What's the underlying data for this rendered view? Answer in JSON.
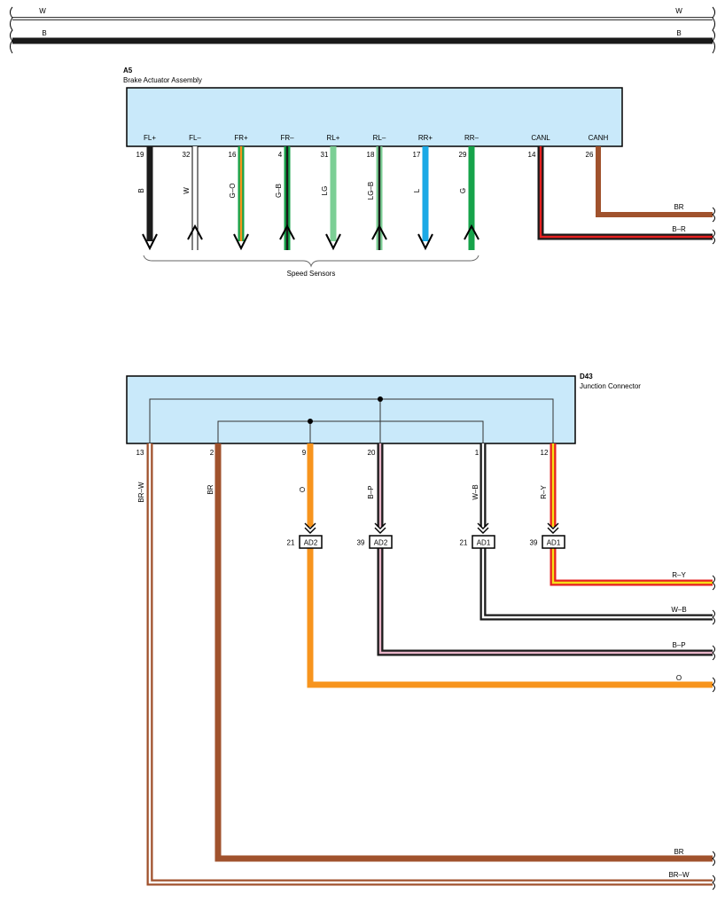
{
  "bus": {
    "w_label": "W",
    "b_label": "B"
  },
  "colors": {
    "box_fill": "#c9e9fa",
    "black": "#1a1a1a",
    "white": "#ffffff",
    "green": "#16a34a",
    "light_green": "#7ccf95",
    "blue": "#1aa9e6",
    "orange": "#f7941d",
    "brown": "#a0522d",
    "red": "#e62020",
    "yellow": "#f5e01a",
    "pink": "#e8b4c8"
  },
  "a5": {
    "id": "A5",
    "name": "Brake Actuator Assembly",
    "pins": [
      {
        "term": "FL+",
        "num": "19",
        "wire": "B"
      },
      {
        "term": "FL–",
        "num": "32",
        "wire": "W"
      },
      {
        "term": "FR+",
        "num": "16",
        "wire": "G–O"
      },
      {
        "term": "FR–",
        "num": "4",
        "wire": "G–B"
      },
      {
        "term": "RL+",
        "num": "31",
        "wire": "LG"
      },
      {
        "term": "RL–",
        "num": "18",
        "wire": "LG–B"
      },
      {
        "term": "RR+",
        "num": "17",
        "wire": "L"
      },
      {
        "term": "RR–",
        "num": "29",
        "wire": "G"
      },
      {
        "term": "CANL",
        "num": "14"
      },
      {
        "term": "CANH",
        "num": "26"
      }
    ],
    "speed_sensors_label": "Speed Sensors",
    "can_wires": [
      "BR",
      "B–R"
    ]
  },
  "d43": {
    "id": "D43",
    "name": "Junction Connector",
    "pins": [
      {
        "num": "13",
        "wire": "BR–W"
      },
      {
        "num": "2",
        "wire": "BR"
      },
      {
        "num": "9",
        "wire": "O"
      },
      {
        "num": "20",
        "wire": "B–P"
      },
      {
        "num": "1",
        "wire": "W–B"
      },
      {
        "num": "12",
        "wire": "R–Y"
      }
    ],
    "connectors": [
      {
        "pin": "21",
        "name": "AD2"
      },
      {
        "pin": "39",
        "name": "AD2"
      },
      {
        "pin": "21",
        "name": "AD1"
      },
      {
        "pin": "39",
        "name": "AD1"
      }
    ],
    "right_wires": [
      "R–Y",
      "W–B",
      "B–P",
      "O",
      "BR",
      "BR–W"
    ]
  }
}
